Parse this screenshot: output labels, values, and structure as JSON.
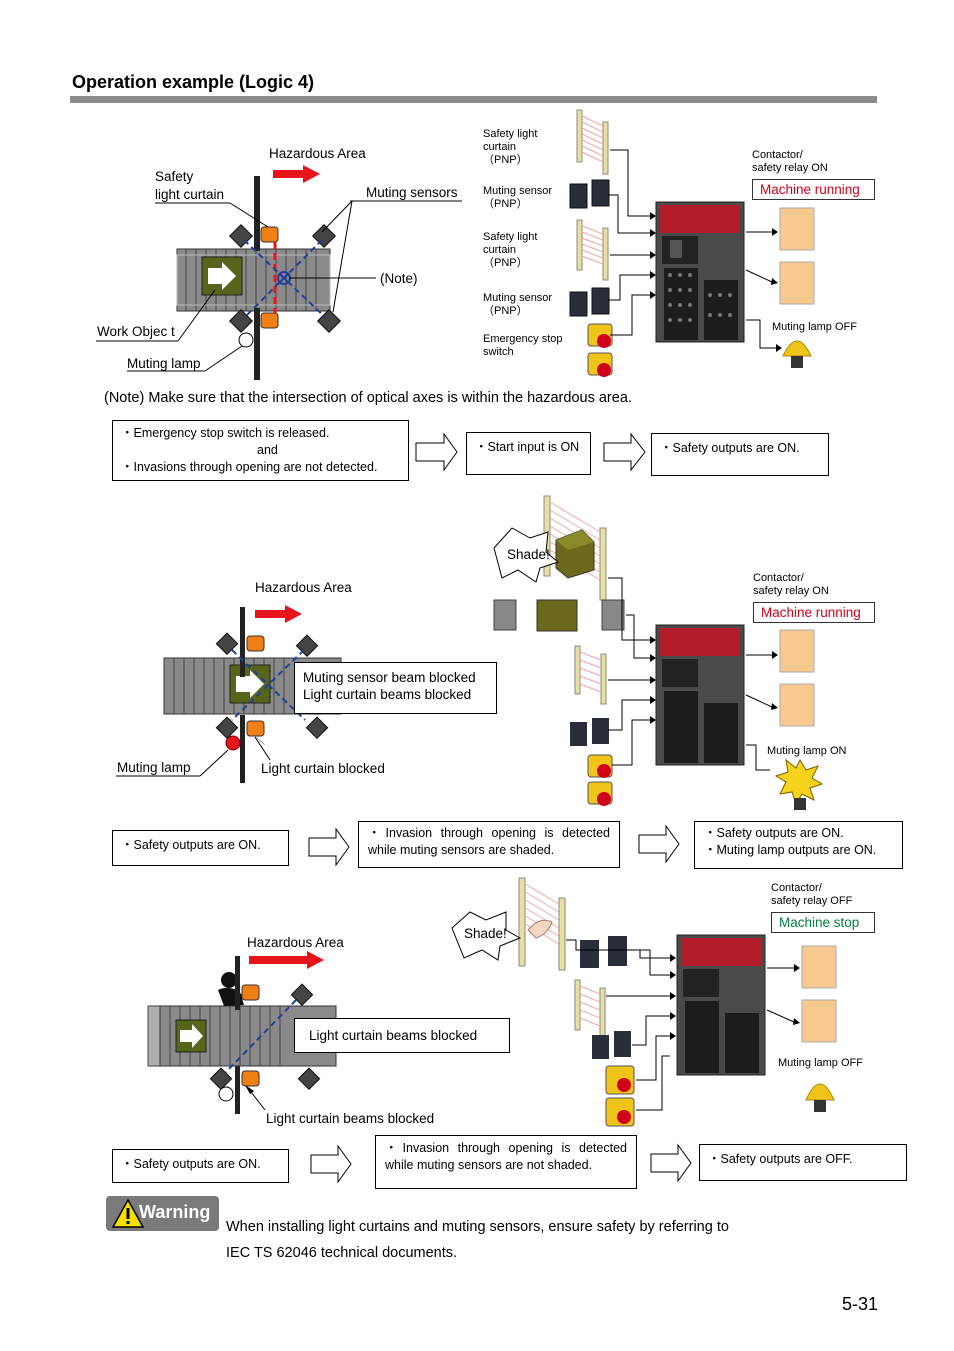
{
  "section_title": "Operation example (Logic 4)",
  "page_number": "5-31",
  "scene1": {
    "hazardous_area": "Hazardous Area",
    "safety_light_curtain_1": "Safety",
    "safety_light_curtain_2": "light curtain",
    "muting_sensors": "Muting sensors",
    "note_label": "(Note)",
    "work_object": "Work Objec t",
    "muting_lamp": "Muting lamp",
    "wiring": {
      "slc1_a": "Safety light",
      "slc1_b": "curtain",
      "slc1_c": "（PNP）",
      "ms1_a": "Muting sensor",
      "ms1_b": "（PNP）",
      "slc2_a": "Safety light",
      "slc2_b": "curtain",
      "slc2_c": "（PNP）",
      "ms2_a": "Muting sensor",
      "ms2_b": "（PNP）",
      "es_a": "Emergency stop",
      "es_b": "switch",
      "contactor_a": "Contactor/",
      "contactor_b": "safety relay ON",
      "machine_state": "Machine running",
      "lamp_state": "Muting lamp OFF"
    }
  },
  "note_text": "(Note) Make sure that the intersection of optical axes is within the hazardous area.",
  "flow1": {
    "box1_line1": "・Emergency stop switch is released.",
    "box1_line2": "and",
    "box1_line3": "・Invasions through opening are not detected.",
    "box2": "・Start input is ON",
    "box3": "・Safety outputs are ON."
  },
  "scene2": {
    "shade": "Shade!",
    "hazardous_area": "Hazardous Area",
    "callout_line1": "Muting sensor beam blocked",
    "callout_line2": "Light curtain beams blocked",
    "muting_lamp": "Muting lamp",
    "lc_blocked": "Light curtain blocked",
    "contactor_a": "Contactor/",
    "contactor_b": "safety relay ON",
    "machine_state": "Machine running",
    "lamp_state": "Muting lamp ON"
  },
  "flow2": {
    "box1": "・Safety outputs are ON.",
    "box2_line1": "・Invasion through opening is detected",
    "box2_line2": "while muting sensors are shaded.",
    "box3_line1": "・Safety outputs are ON.",
    "box3_line2": "・Muting lamp outputs are ON."
  },
  "scene3": {
    "shade": "Shade!",
    "hazardous_area": "Hazardous Area",
    "callout": "Light curtain beams blocked",
    "lc_blocked": "Light curtain beams blocked",
    "contactor_a": "Contactor/",
    "contactor_b": "safety relay OFF",
    "machine_state": "Machine stop",
    "lamp_state": "Muting lamp OFF"
  },
  "flow3": {
    "box1": "・Safety outputs are ON.",
    "box2_line1": "・Invasion through opening is detected",
    "box2_line2": "while muting sensors are not shaded.",
    "box3": "・Safety outputs are OFF."
  },
  "warning": {
    "badge": "Warning",
    "line1": "When installing light curtains and muting sensors, ensure safety by referring to",
    "line2": "IEC TS 62046 technical documents."
  },
  "colors": {
    "title_bar": "#8c8c8c",
    "hazard_arrow": "#e8141b",
    "sensor_orange": "#f07f14",
    "conveyor_gray": "#8a8a8a",
    "work_object_olive": "#55661a",
    "machine_running": "#d0021b",
    "machine_stop": "#00803c",
    "lamp_yellow": "#f0c419"
  }
}
